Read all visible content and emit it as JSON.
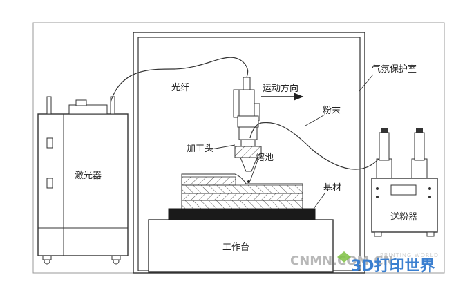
{
  "labels": {
    "fiber": "光纤",
    "motion_direction": "运动方向",
    "argon_chamber": "气氛保护室",
    "powder": "粉末",
    "processing_head": "加工头",
    "melt_pool": "熔池",
    "laser": "激光器",
    "substrate": "基材",
    "worktable": "工作台",
    "powder_feeder": "送粉器"
  },
  "watermark": {
    "site": "CNMN.COM.CN",
    "brand_en": "PRINTING WORLD",
    "brand_cn": "3D打印世界"
  },
  "colors": {
    "line": "#333333",
    "hatch": "#555555",
    "substrate_fill": "#1a1a1a",
    "watermark_blue": "#3a7fd0"
  }
}
